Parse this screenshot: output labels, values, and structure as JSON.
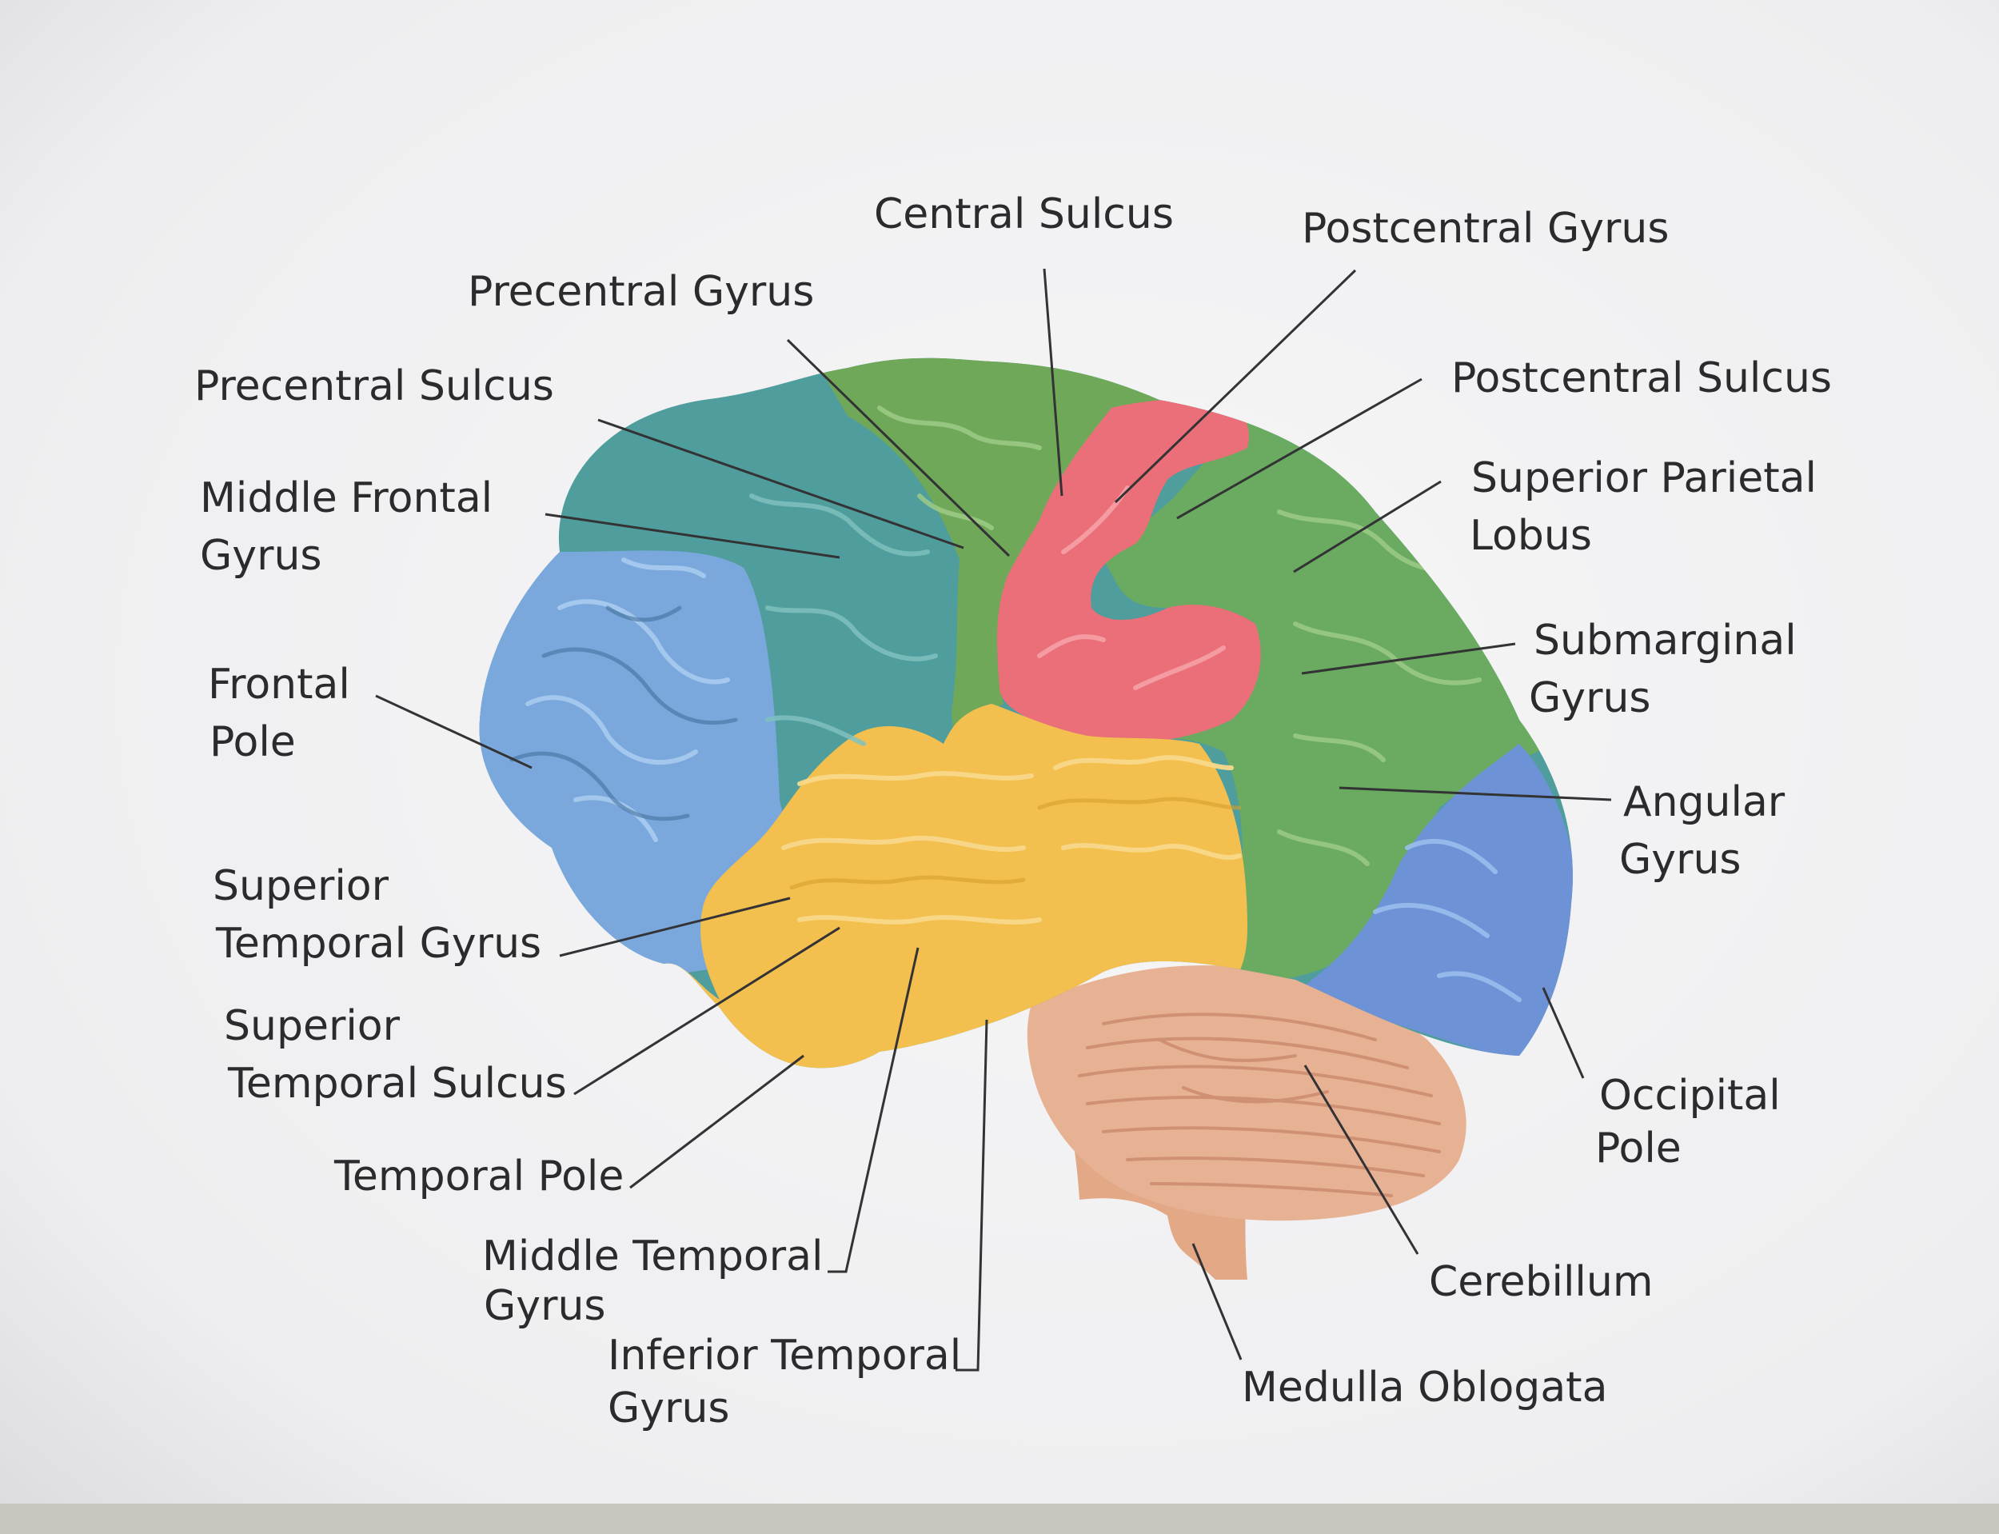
{
  "diagram": {
    "labels": {
      "central_sulcus": "Central Sulcus",
      "postcentral_gyrus": "Postcentral Gyrus",
      "precentral_gyrus": "Precentral Gyrus",
      "precentral_sulcus": "Precentral Sulcus",
      "postcentral_sulcus": "Postcentral Sulcus",
      "middle_frontal_gyrus": [
        "Middle Frontal",
        "Gyrus"
      ],
      "superior_parietal_lobus": [
        "Superior Parietal",
        "Lobus"
      ],
      "submarginal_gyrus": [
        "Submarginal",
        "Gyrus"
      ],
      "frontal_pole": [
        "Frontal",
        "Pole"
      ],
      "angular_gyrus": [
        "Angular",
        "Gyrus"
      ],
      "superior_temporal_gyrus": [
        "Superior",
        "Temporal Gyrus"
      ],
      "superior_temporal_sulcus": [
        "Superior",
        "Temporal Sulcus"
      ],
      "occipital_pole": [
        "Occipital",
        "Pole"
      ],
      "temporal_pole": "Temporal Pole",
      "middle_temporal_gyrus": [
        "Middle Temporal",
        "Gyrus"
      ],
      "cerebillum": "Cerebillum",
      "inferior_temporal_gyrus": [
        "Inferior Temporal",
        "Gyrus"
      ],
      "medulla_oblogata": "Medulla Oblogata"
    },
    "colors": {
      "frontal_blue": "#7aa8dc",
      "frontal_teal": "#4f9d9c",
      "motor_green": "#70a85a",
      "parietal_green": "#6aaa61",
      "somatosensory_pink": "#ea6f78",
      "temporal_yellow": "#f3c04f",
      "occipital_blue": "#6d93d6",
      "cerebellum_peach": "#e7b294",
      "brainstem_peach": "#e3a885",
      "paper": "#f4f4f5",
      "text": "#2b2b2e"
    }
  }
}
